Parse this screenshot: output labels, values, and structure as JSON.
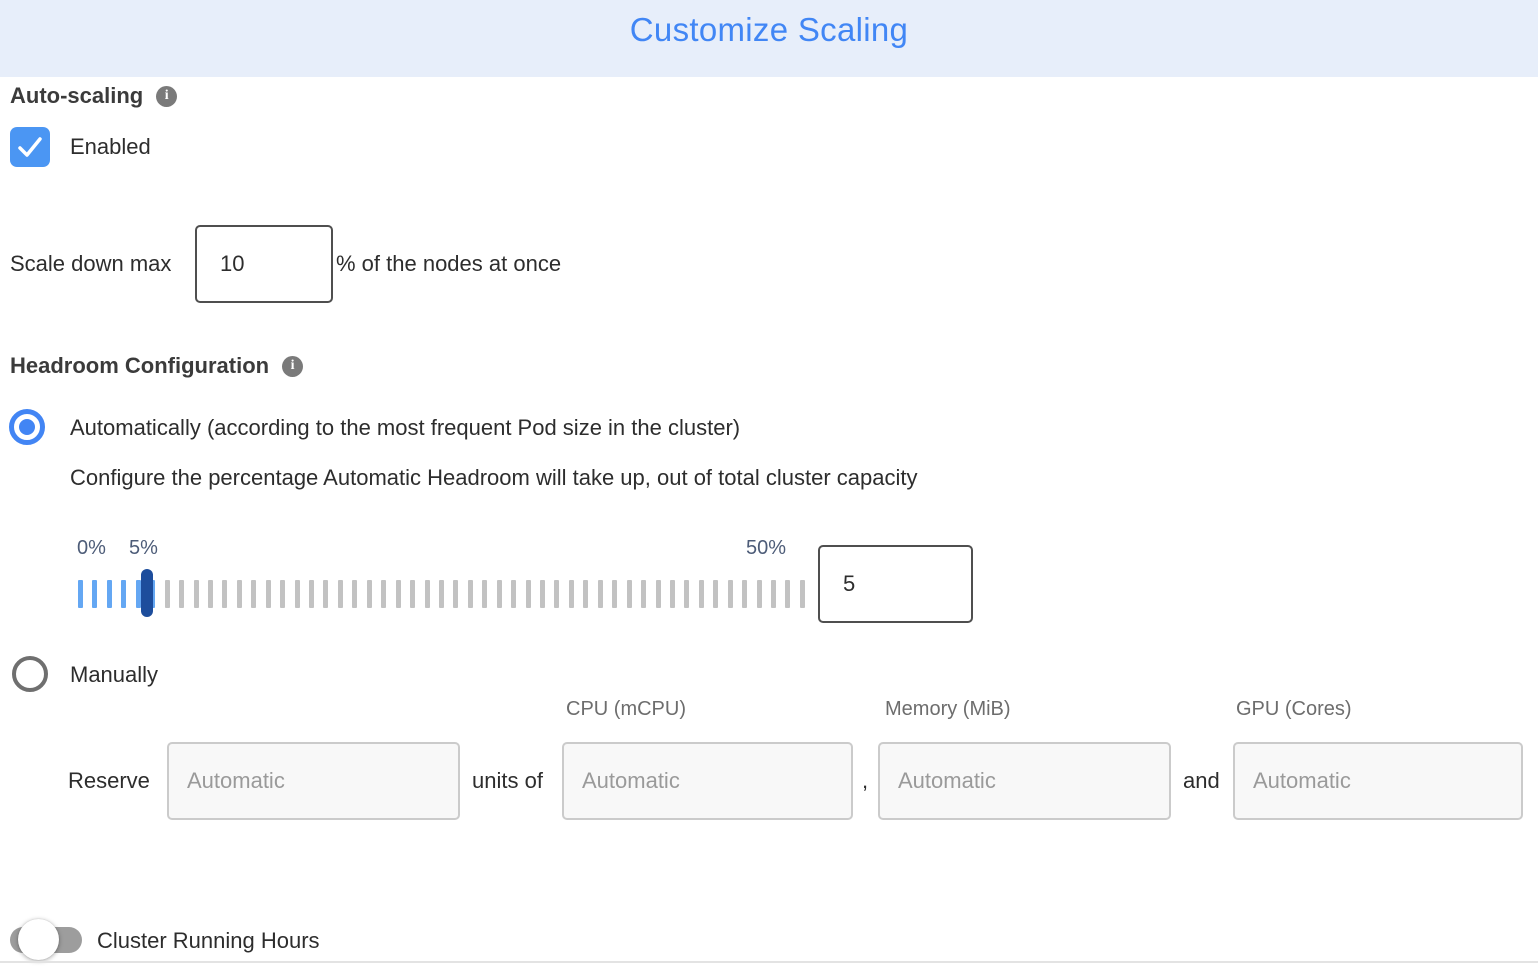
{
  "header": {
    "title": "Customize Scaling"
  },
  "auto_scaling": {
    "section_label": "Auto-scaling",
    "enabled_label": "Enabled",
    "checkbox_checked": true
  },
  "scale_down": {
    "prefix_label": "Scale down max",
    "value": "10",
    "suffix_label": "% of the nodes at once"
  },
  "headroom": {
    "section_label": "Headroom Configuration",
    "selected_mode": "automatic",
    "auto_option_label": "Automatically (according to the most frequent Pod size in the cluster)",
    "auto_description": "Configure the percentage Automatic Headroom will take up, out of total cluster capacity",
    "slider": {
      "min": 0,
      "max": 50,
      "current": 5,
      "min_label": "0%",
      "current_label": "5%",
      "max_label": "50%",
      "input_value": "5"
    },
    "manual_option_label": "Manually"
  },
  "manual_reserve": {
    "reserve_label": "Reserve",
    "units_of_label": "units of",
    "comma_label": ",",
    "and_label": "and",
    "columns": [
      "CPU (mCPU)",
      "Memory (MiB)",
      "GPU (Cores)"
    ],
    "placeholders": {
      "count": "Automatic",
      "cpu": "Automatic",
      "memory": "Automatic",
      "gpu": "Automatic"
    }
  },
  "cluster_running_hours": {
    "label": "Cluster Running Hours",
    "enabled": false
  },
  "colors": {
    "header_bg": "#e7eefa",
    "title_blue": "#4186f5",
    "accent_blue": "#4285f4",
    "checkbox_blue": "#4b96f3",
    "tick_blue": "#64a7f3",
    "tick_gray": "#c2c2c2",
    "handle_dark_blue": "#1d4d9c",
    "slider_label": "#4d5c78",
    "toggle_off_gray": "#9d9d9d"
  }
}
